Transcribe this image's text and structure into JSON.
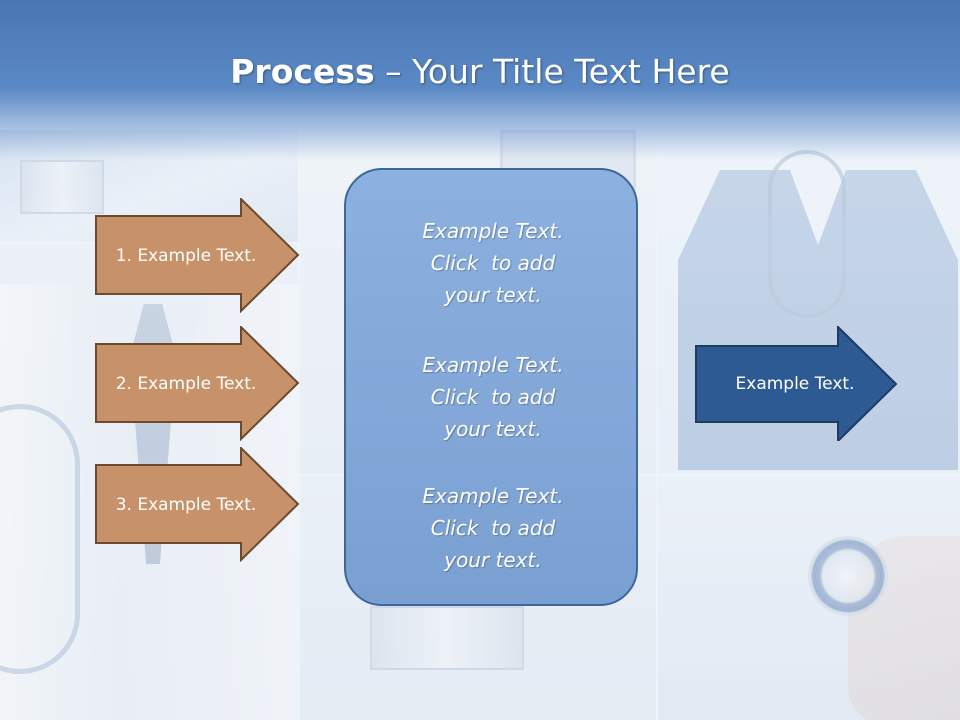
{
  "slide": {
    "title_bold": "Process",
    "title_rest": " – Your Title Text Here"
  },
  "left_arrows": [
    {
      "label": "1. Example Text."
    },
    {
      "label": "2. Example Text."
    },
    {
      "label": "3. Example Text."
    }
  ],
  "center_box": {
    "blocks": [
      {
        "lines": [
          "Example Text.",
          "Click  to add",
          "your text."
        ]
      },
      {
        "lines": [
          "Example Text.",
          "Click  to add",
          "your text."
        ]
      },
      {
        "lines": [
          "Example Text.",
          "Click  to add",
          "your text."
        ]
      }
    ]
  },
  "right_arrow": {
    "label": "Example Text."
  },
  "colors": {
    "header_blue": "#4a77b4",
    "arrow_orange": "#c7926a",
    "arrow_orange_border": "#6b4a2e",
    "center_box_fill": "#85a9da",
    "right_arrow_fill": "#2e5a93"
  }
}
